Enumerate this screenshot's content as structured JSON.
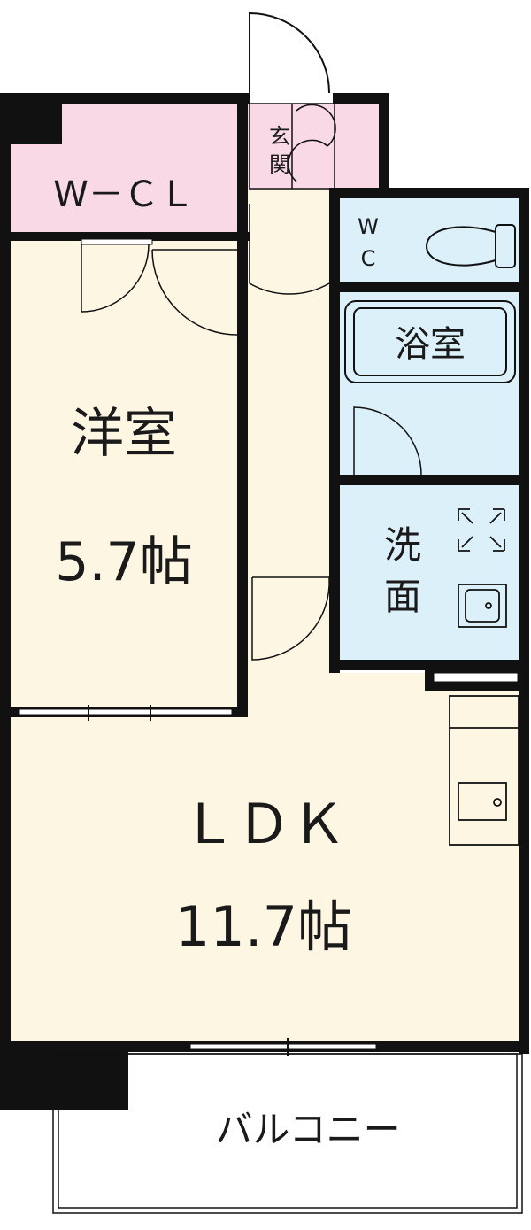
{
  "rooms": {
    "wcl": "W－ＣＬ",
    "entrance": "玄関",
    "wc": "WC",
    "bath": "浴室",
    "western_name": "洋室",
    "western_size": "5.7帖",
    "washroom": "洗面",
    "ldk_name": "ＬＤＫ",
    "ldk_size": "11.7帖",
    "balcony": "バルコニー"
  },
  "colors": {
    "wcl": "#f9d9e6",
    "entrance": "#f9d9e6",
    "wet": "#dcf0fa",
    "living": "#fdf6e3",
    "wall": "#111111"
  }
}
